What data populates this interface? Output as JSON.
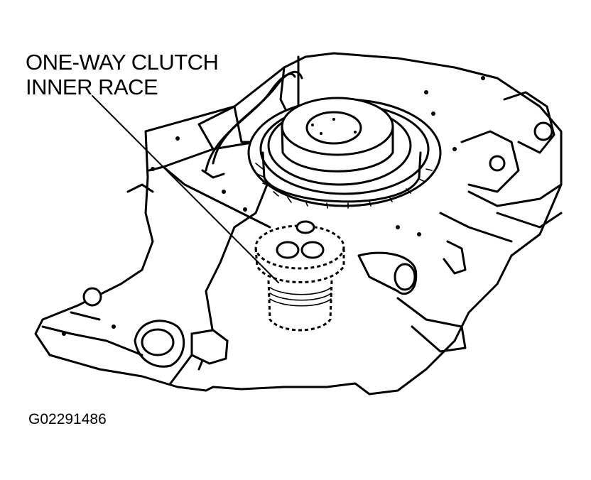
{
  "callout": {
    "line1": "ONE-WAY CLUTCH",
    "line2": "INNER RACE"
  },
  "figure_id": "G02291486"
}
